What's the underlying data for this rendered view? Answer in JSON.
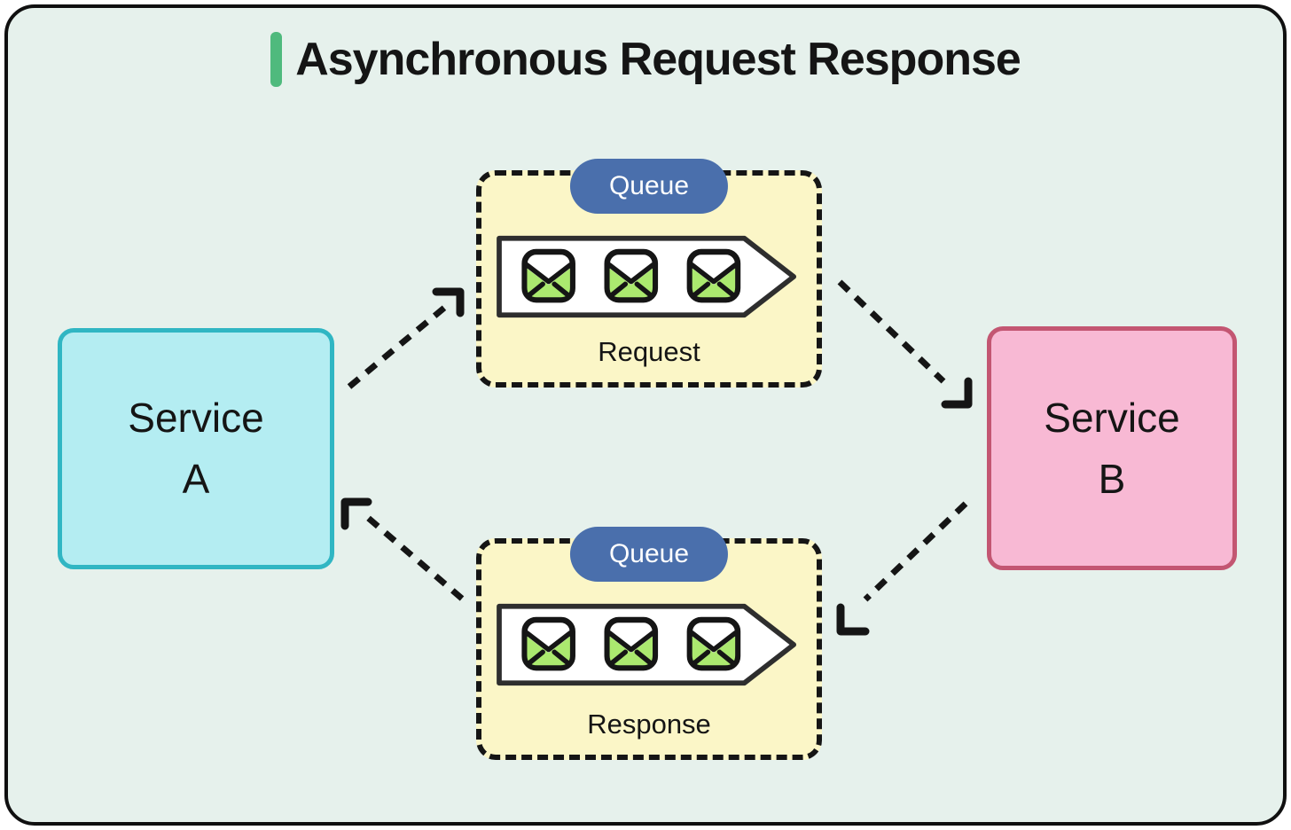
{
  "title": {
    "text": "Asynchronous Request Response"
  },
  "services": [
    {
      "name": "Service A",
      "line1": "Service",
      "line2": "A"
    },
    {
      "name": "Service B",
      "line1": "Service",
      "line2": "B"
    }
  ],
  "queues": [
    {
      "badge": "Queue",
      "label": "Request",
      "message_count": 3
    },
    {
      "badge": "Queue",
      "label": "Response",
      "message_count": 3
    }
  ],
  "arrows": [
    {
      "from": "Service A",
      "to": "Request Queue"
    },
    {
      "from": "Request Queue",
      "to": "Service B"
    },
    {
      "from": "Service B",
      "to": "Response Queue"
    },
    {
      "from": "Response Queue",
      "to": "Service A"
    }
  ],
  "colors": {
    "canvas_bg": "#E6F1EC",
    "canvas_border": "#101010",
    "title_accent": "#4FBA7D",
    "ink": "#151515",
    "queue_fill": "#FBF6C7",
    "queue_badge_fill": "#4A6FAC",
    "queue_badge_text": "#FFFFFF",
    "conveyor_fill": "#FFFFFF",
    "conveyor_border": "#2E2E2E",
    "envelope_green": "#ABE96F",
    "service_a_fill": "#B4EDF2",
    "service_a_border": "#30B6C3",
    "service_b_fill": "#F8B9D4",
    "service_b_border": "#C35672"
  }
}
